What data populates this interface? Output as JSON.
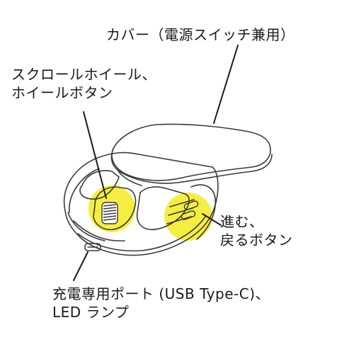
{
  "labels": {
    "cover": [
      "カバー（電源スイッチ兼用）"
    ],
    "scroll_wheel": [
      "スクロールホイール、",
      "ホイールボタン"
    ],
    "side_buttons": [
      "進む、",
      "戻るボタン"
    ],
    "charging_port": [
      "充電専用ポート (USB Type-C)、",
      "LED ランプ"
    ]
  },
  "colors": {
    "highlight": "#f4ec2c",
    "outline": "#3a3a3a",
    "text": "#1a1a1a"
  }
}
